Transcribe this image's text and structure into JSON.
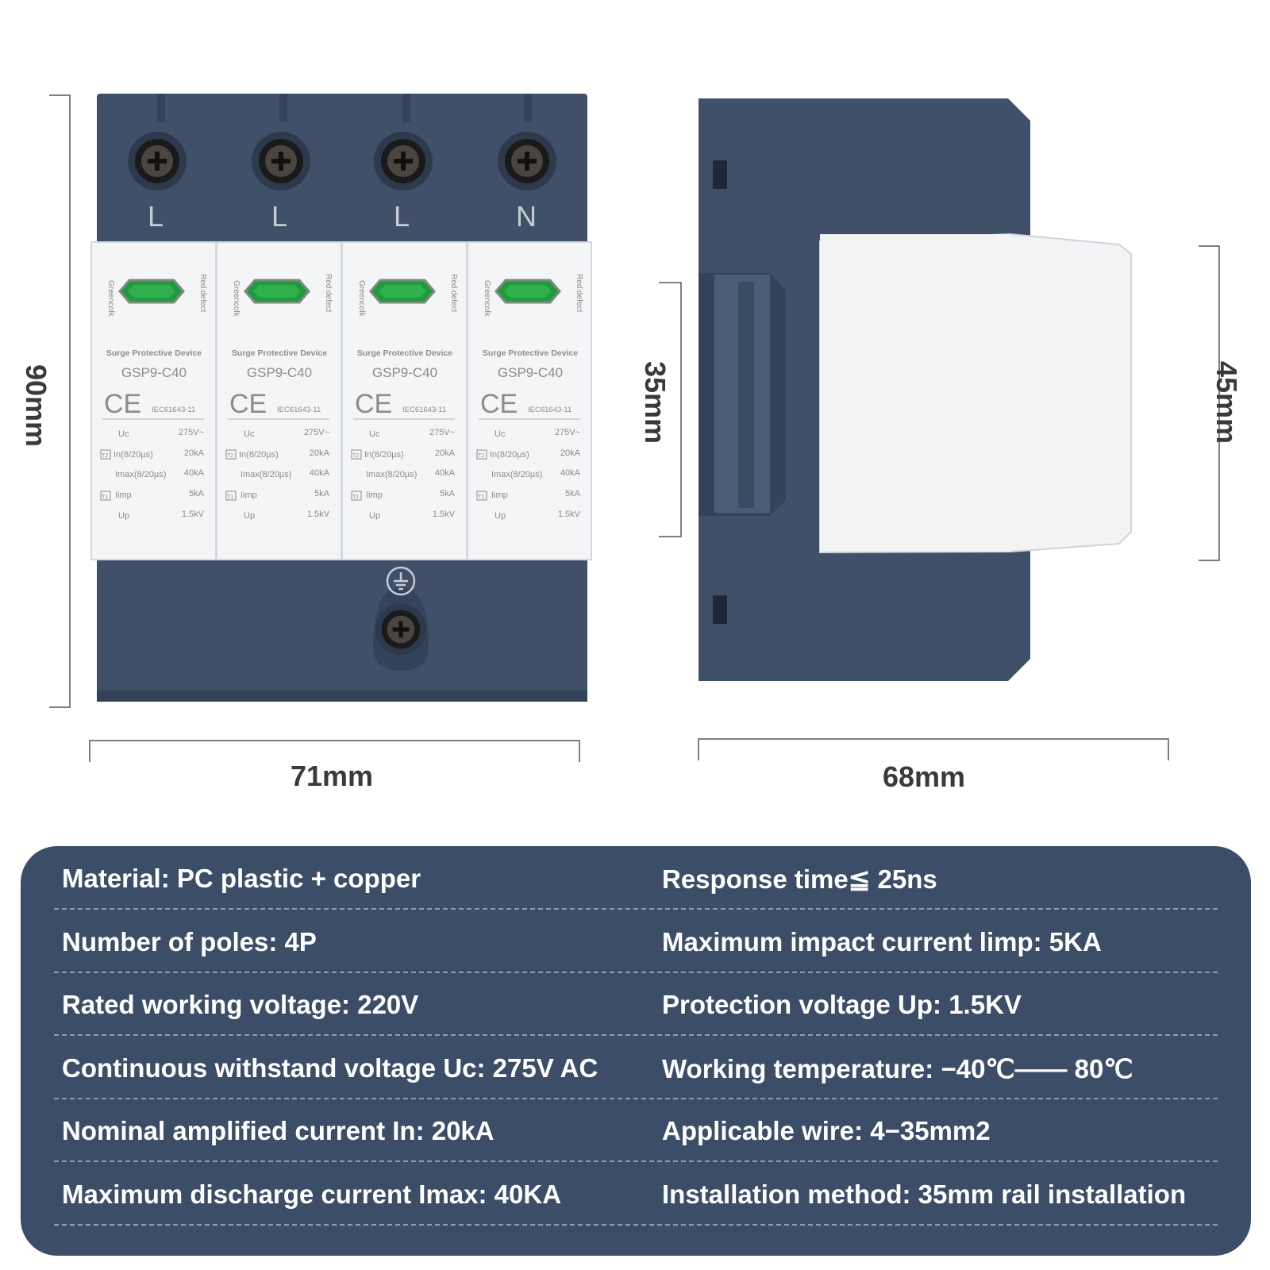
{
  "front_view": {
    "terminal_labels": [
      "L",
      "L",
      "L",
      "N"
    ],
    "modules": [
      {
        "brand": "Greencolk",
        "status": "Red:defect",
        "title": "Surge Protective Device",
        "model": "GSP9-C40",
        "standard": "IEC61643-11",
        "ratings": [
          [
            "Uc",
            "275V~"
          ],
          [
            "T2",
            "In(8/20µs)",
            "20kA"
          ],
          [
            "Imax(8/20µs)",
            "40kA"
          ],
          [
            "T1",
            "Iimp",
            "5kA"
          ],
          [
            "Up",
            "1.5kV"
          ]
        ]
      }
    ],
    "ce_mark": "CE",
    "ground_symbol": "earth-ground-icon"
  },
  "dimensions": {
    "height": "90mm",
    "width": "71mm",
    "depth": "68mm",
    "rail_height": "35mm",
    "cover_height": "45mm"
  },
  "labels_text": {
    "uc": "Uc",
    "uc_val": "275V~",
    "t2": "T2",
    "in": "In(8/20µs)",
    "in_val": "20kA",
    "imax": "Imax(8/20µs)",
    "imax_val": "40kA",
    "t1": "T1",
    "iimp": "Iimp",
    "iimp_val": "5kA",
    "up": "Up",
    "up_val": "1.5kV"
  },
  "specs": {
    "left": [
      "Material: PC plastic + copper",
      "Number of poles: 4P",
      "Rated working voltage: 220V",
      "Continuous withstand voltage Uc: 275V AC",
      "Nominal amplified current In: 20kA",
      "Maximum discharge current Imax: 40KA"
    ],
    "right": [
      "Response time≦ 25ns",
      "Maximum impact current limp: 5KA",
      "Protection voltage Up: 1.5KV",
      "Working temperature: −40℃—— 80℃",
      "Applicable wire: 4−35mm2",
      "Installation method: 35mm rail installation"
    ]
  },
  "colors": {
    "housing": "#3f5068",
    "housing_dark": "#34435a",
    "module_white": "#f4f5f6",
    "indicator_green": "#1f9a3e",
    "panel_bg": "#3c4e67",
    "dimension_text": "#3a3a3a"
  }
}
